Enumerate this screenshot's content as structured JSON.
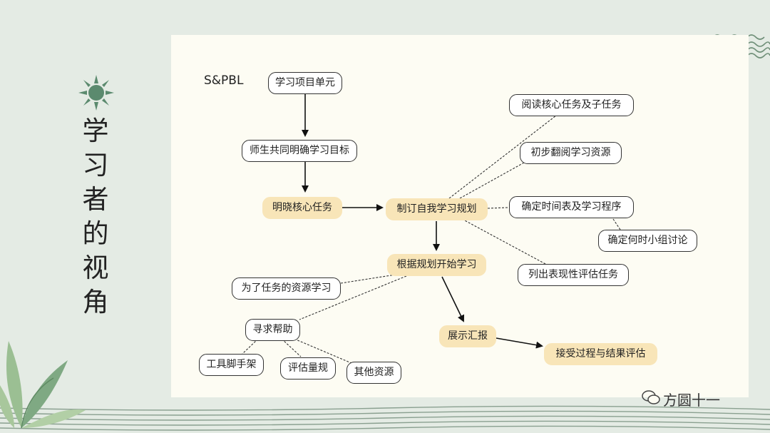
{
  "title": [
    "学",
    "习",
    "者",
    "的",
    "视",
    "角"
  ],
  "diagram_label": "S&PBL",
  "nodes": {
    "n1": "学习项目单元",
    "n2": "师生共同明确学习目标",
    "n3": "明晓核心任务",
    "n4": "制订自我学习规划",
    "n5": "阅读核心任务及子任务",
    "n6": "初步翻阅学习资源",
    "n7": "确定时间表及学习程序",
    "n8": "确定何时小组讨论",
    "n9": "列出表现性评估任务",
    "n10": "根据规划开始学习",
    "n11": "为了任务的资源学习",
    "n12": "寻求帮助",
    "n13": "工具脚手架",
    "n14": "评估量规",
    "n15": "其他资源",
    "n16": "展示汇报",
    "n17": "接受过程与结果评估"
  },
  "watermark": "方圆十一",
  "colors": {
    "background": "#e4ebe4",
    "panel": "#fdfcf3",
    "highlight": "#f8e5b8",
    "accent_green": "#5b8a6e"
  }
}
